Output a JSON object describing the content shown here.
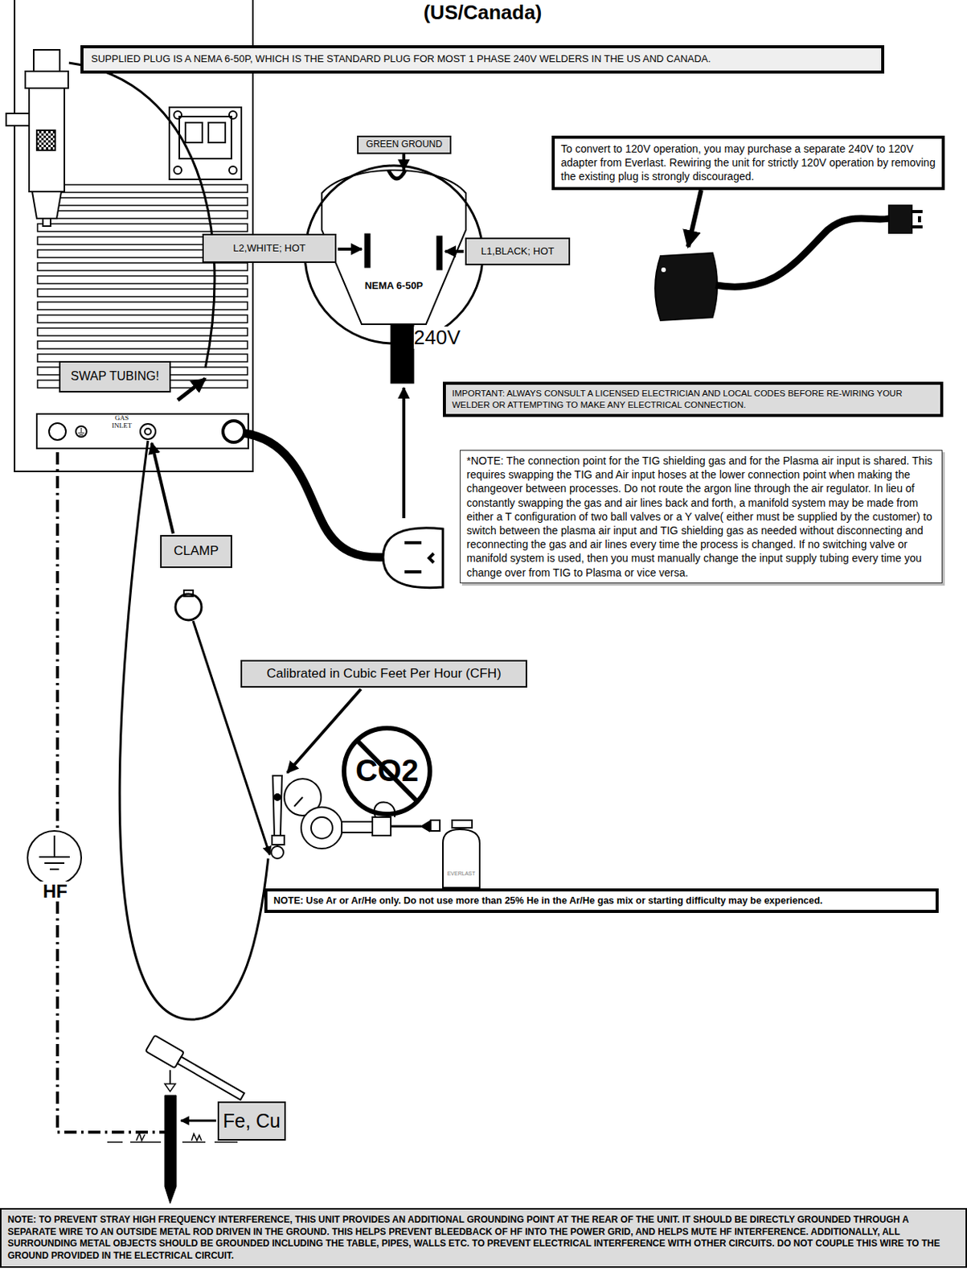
{
  "diagram": {
    "title": "(US/Canada)",
    "nodes": [
      {
        "text": [
          "SUPPLIED PLUG IS A NEMA 6-50P, WHICH IS THE STANDARD PLUG FOR MOST 1 PHASE 240V WELDERS IN THE US AND CANADA."
        ]
      },
      {
        "text": [
          "GREEN GROUND"
        ]
      },
      {
        "text": [
          "L2,WHITE; HOT"
        ]
      },
      {
        "text": [
          "L1,BLACK; HOT"
        ]
      },
      {
        "text": [
          "To convert to 120V operation, you may purchase a separate 240V to 120V adapter from Everlast. Rewiring the unit for strictly 120V operation by removing the existing plug is strongly discouraged."
        ]
      },
      {
        "text": [
          "SWAP TUBING!"
        ]
      },
      {
        "text": [
          "IMPORTANT: ALWAYS CONSULT A LICENSED ELECTRICIAN AND LOCAL CODES BEFORE RE-WIRING YOUR WELDER OR ATTEMPTING TO MAKE ANY ELECTRICAL CONNECTION."
        ]
      },
      {
        "text": [
          "*NOTE: The connection point for the TIG shielding gas and for the Plasma air input is shared. This requires swapping the TIG and Air input hoses at the lower connection point when making the changeover between processes. Do not route the argon line through the air regulator. In lieu of constantly swapping the gas and air lines back and forth, a manifold system may be made from either a T configuration of two ball valves or a Y valve( either must be supplied by the customer) to switch between the plasma air input and TIG shielding gas as needed without disconnecting and reconnecting the gas and air lines every time the process is changed. If no switching valve or manifold system is used, then you must manually change the input supply tubing every time you change over from TIG to Plasma or vice versa."
        ]
      },
      {
        "text": [
          "CLAMP"
        ]
      },
      {
        "text": [
          "Calibrated in Cubic Feet Per Hour (CFH)"
        ]
      },
      {
        "text": [
          "NOTE: Use Ar or Ar/He only. Do not use more than 25% He in the Ar/He gas mix or starting difficulty may be experienced."
        ]
      },
      {
        "text": [
          "Fe, Cu"
        ]
      },
      {
        "text": [
          "NOTE: TO PREVENT STRAY HIGH FREQUENCY INTERFERENCE, THIS UNIT PROVIDES AN ADDITIONAL GROUNDING POINT AT THE REAR OF THE UNIT. IT SHOULD BE DIRECTLY GROUNDED THROUGH A SEPARATE WIRE TO AN OUTSIDE METAL ROD DRIVEN IN THE GROUND. THIS HELPS PREVENT BLEEDBACK OF HF INTO THE POWER GRID, AND HELPS MUTE HF INTERFERENCE. ADDITIONALLY, ALL SURROUNDING METAL OBJECTS SHOULD BE GROUNDED INCLUDING THE TABLE, PIPES, WALLS ETC. TO PREVENT ELECTRICAL INTERFERENCE WITH OTHER CIRCUITS. DO NOT COUPLE THIS WIRE TO THE GROUND PROVIDED IN THE ELECTRICAL CIRCUIT."
        ]
      }
    ],
    "labels": [
      "NEMA 6-50P",
      "240V",
      "GAS INLET",
      "CO2",
      "HF",
      "EVERLAST"
    ]
  }
}
